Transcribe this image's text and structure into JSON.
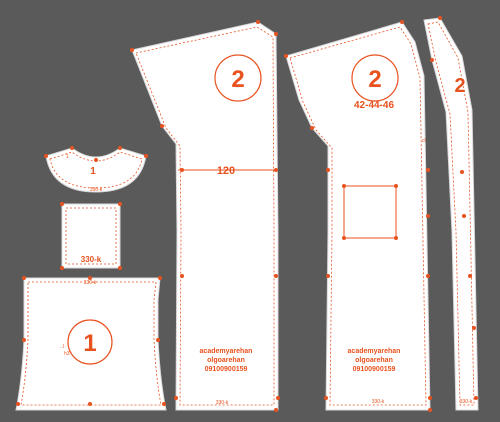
{
  "pieces": {
    "back_large": {
      "number": "2",
      "width_label": "120",
      "watermark": [
        "academyarehan",
        "olgoarehan",
        "09100900159"
      ],
      "hem_label": "330-k"
    },
    "front_large": {
      "number": "2",
      "size_label": "42-44-46",
      "watermark": [
        "academyarehan",
        "olgoarehan",
        "09100900159"
      ],
      "hem_label": "330-k",
      "side_note": "cl"
    },
    "sleeve_strip": {
      "number": "2",
      "hem_label": "330-k"
    },
    "collar": {
      "number": "1",
      "mark_label": "1",
      "bottom_label": "330-k"
    },
    "cuff": {
      "label": "330-k"
    },
    "small_body": {
      "number": "1",
      "top_label": "330-k",
      "side_note_1": "..l",
      "side_note_2": "h3"
    }
  },
  "colors": {
    "background": "#5a5a5a",
    "piece": "#ffffff",
    "accent": "#e8521f"
  }
}
